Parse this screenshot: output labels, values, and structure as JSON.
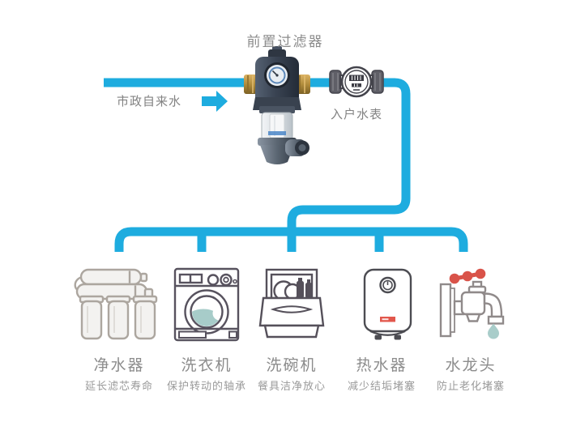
{
  "diagram": {
    "title": "前置过滤器",
    "source": {
      "label": "市政自来水"
    },
    "meter": {
      "label": "入户水表"
    },
    "colors": {
      "pipe": "#1EACDF",
      "label_text": "#8C8C8C",
      "benefit_text": "#9A9A9A",
      "icon_outline": "#55505A",
      "purifier_outline": "#ACA69F",
      "accent_red": "#D95349",
      "accent_teal": "#A7CCC9",
      "brass": "#C19A4A"
    },
    "appliances": [
      {
        "name": "净水器",
        "benefit": "延长滤芯寿命",
        "icon": "water-purifier-icon"
      },
      {
        "name": "洗衣机",
        "benefit": "保护转动的轴承",
        "icon": "washing-machine-icon"
      },
      {
        "name": "洗碗机",
        "benefit": "餐具洁净放心",
        "icon": "dishwasher-icon"
      },
      {
        "name": "热水器",
        "benefit": "减少结垢堵塞",
        "icon": "water-heater-icon"
      },
      {
        "name": "水龙头",
        "benefit": "防止老化堵塞",
        "icon": "faucet-icon"
      }
    ]
  }
}
